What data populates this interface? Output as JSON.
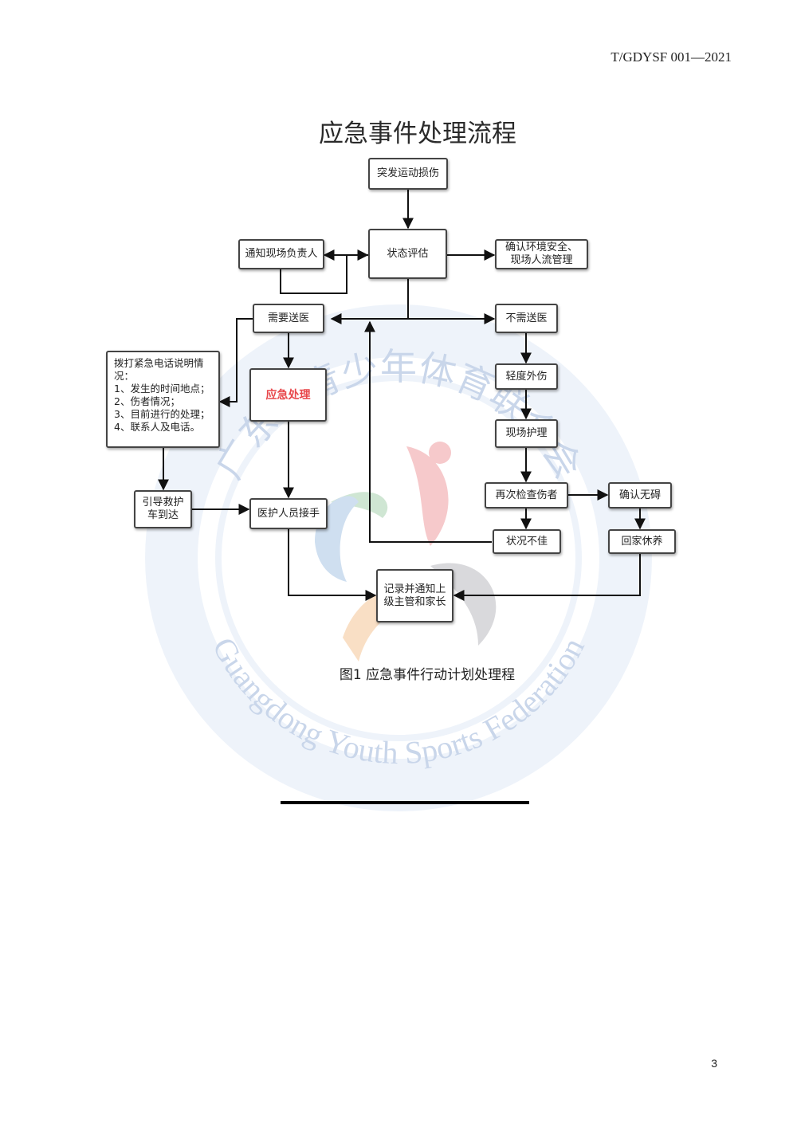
{
  "header": {
    "standard_code": "T/GDYSF 001—2021"
  },
  "watermark": {
    "chinese": "广东省青少年体育联合会",
    "english": "Guangdong Youth Sports Federation"
  },
  "diagram": {
    "title": "应急事件处理流程",
    "nodes": {
      "sudden_injury": "突发运动损伤",
      "status_assessment": "状态评估",
      "notify_person": "通知现场负责人",
      "confirm_environment": "确认环境安全、\n现场人流管理",
      "need_hospital": "需要送医",
      "no_hospital": "不需送医",
      "call_emergency": "拨打紧急电话说明情况：\n1、发生的时间地点；\n2、伤者情况；\n3、目前进行的处理；\n4、联系人及电话。",
      "emergency_handling": "应急处理",
      "minor_injury": "轻度外伤",
      "onsite_care": "现场护理",
      "recheck": "再次检查伤者",
      "confirm_ok": "确认无碍",
      "guide_ambulance": "引导救护\n车到达",
      "medical_takeover": "医护人员接手",
      "poor_condition": "状况不佳",
      "go_home": "回家休养",
      "record_notify": "记录并通知上\n级主管和家长"
    },
    "caption": "图1  应急事件行动计划处理程"
  },
  "footer": {
    "page_number": "3"
  },
  "colors": {
    "emphasis": "#e8474b",
    "watermark_blue": "#dde6f3",
    "watermark_text": "#c9d6ea",
    "logo_red": "#f6c9cb",
    "logo_green": "#cfe6d3",
    "logo_orange": "#f9dfc5",
    "logo_grey": "#d9d9dc",
    "logo_blue": "#cfdff0"
  }
}
